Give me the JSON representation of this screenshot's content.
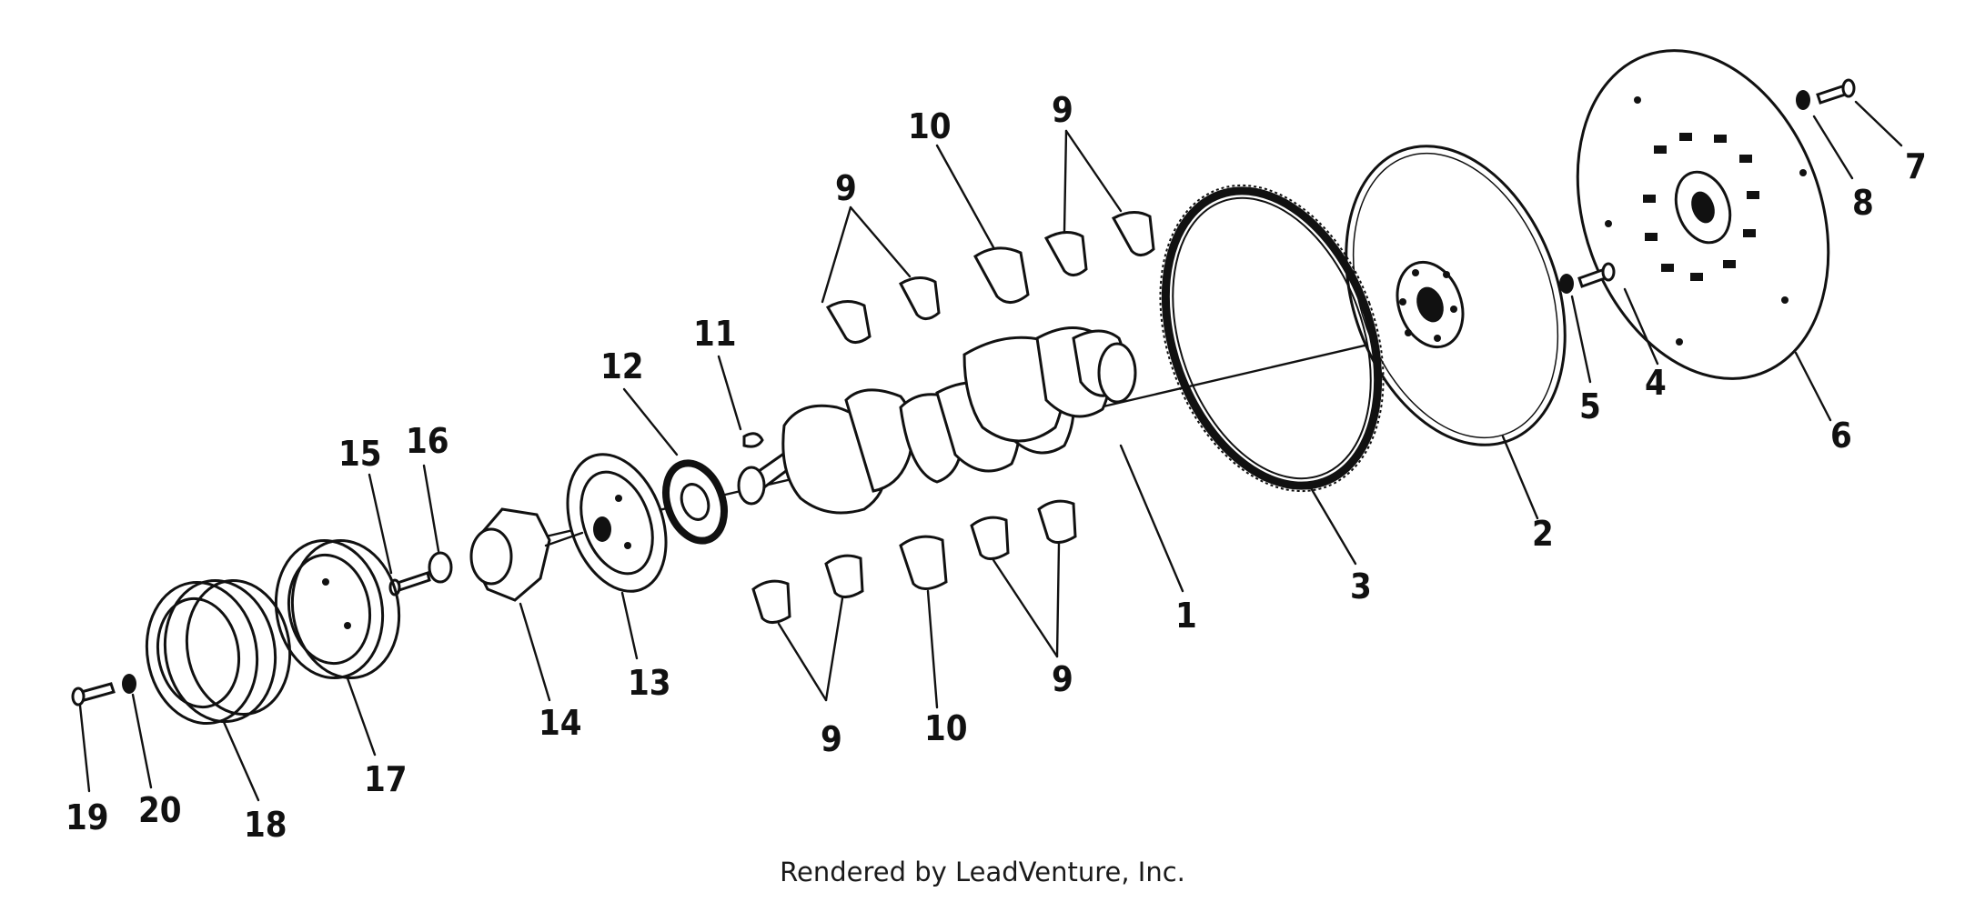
{
  "diagram": {
    "callouts": {
      "c1": "1",
      "c2": "2",
      "c3": "3",
      "c4": "4",
      "c5": "5",
      "c6": "6",
      "c7": "7",
      "c8": "8",
      "c9a": "9",
      "c9b": "9",
      "c9c": "9",
      "c9d": "9",
      "c10a": "10",
      "c10b": "10",
      "c11": "11",
      "c12": "12",
      "c13": "13",
      "c14": "14",
      "c15": "15",
      "c16": "16",
      "c17": "17",
      "c18": "18",
      "c19": "19",
      "c20": "20"
    }
  },
  "footer": {
    "text": "Rendered by LeadVenture, Inc."
  }
}
